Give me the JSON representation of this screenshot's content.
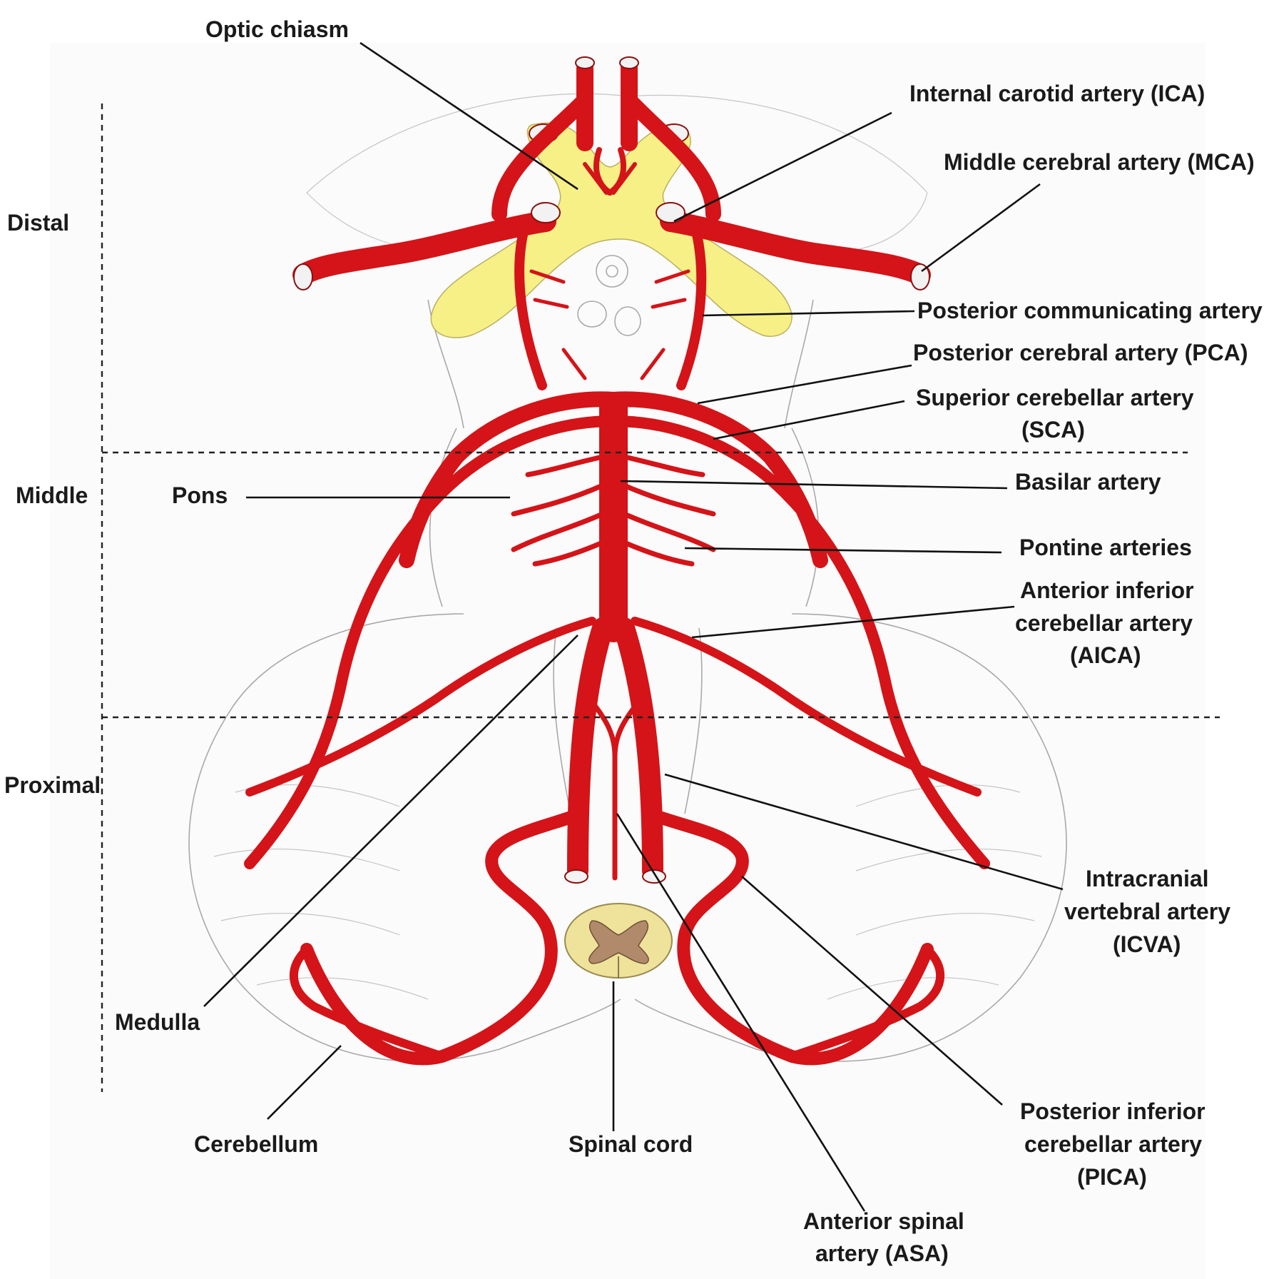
{
  "labels": {
    "optic_chiasm": "Optic chiasm",
    "ica": "Internal carotid artery (ICA)",
    "mca": "Middle cerebral artery (MCA)",
    "distal": "Distal",
    "middle": "Middle",
    "proximal": "Proximal",
    "pcom": "Posterior communicating artery",
    "pca": "Posterior cerebral artery (PCA)",
    "sca_line1": "Superior cerebellar artery",
    "sca_line2": "(SCA)",
    "pons": "Pons",
    "basilar": "Basilar artery",
    "pontine": "Pontine arteries",
    "aica_line1": "Anterior inferior",
    "aica_line2": "cerebellar artery",
    "aica_line3": "(AICA)",
    "icva_line1": "Intracranial",
    "icva_line2": "vertebral artery",
    "icva_line3": "(ICVA)",
    "medulla": "Medulla",
    "cerebellum": "Cerebellum",
    "spinal_cord": "Spinal cord",
    "pica_line1": "Posterior inferior",
    "pica_line2": "cerebellar artery",
    "pica_line3": "(PICA)",
    "asa_line1": "Anterior spinal",
    "asa_line2": "artery (ASA)"
  },
  "colors": {
    "artery": "#d41418",
    "optic_chiasm": "#f7f087",
    "spinal_cord_white": "#efe29a",
    "spinal_cord_grey": "#b08a6a"
  }
}
